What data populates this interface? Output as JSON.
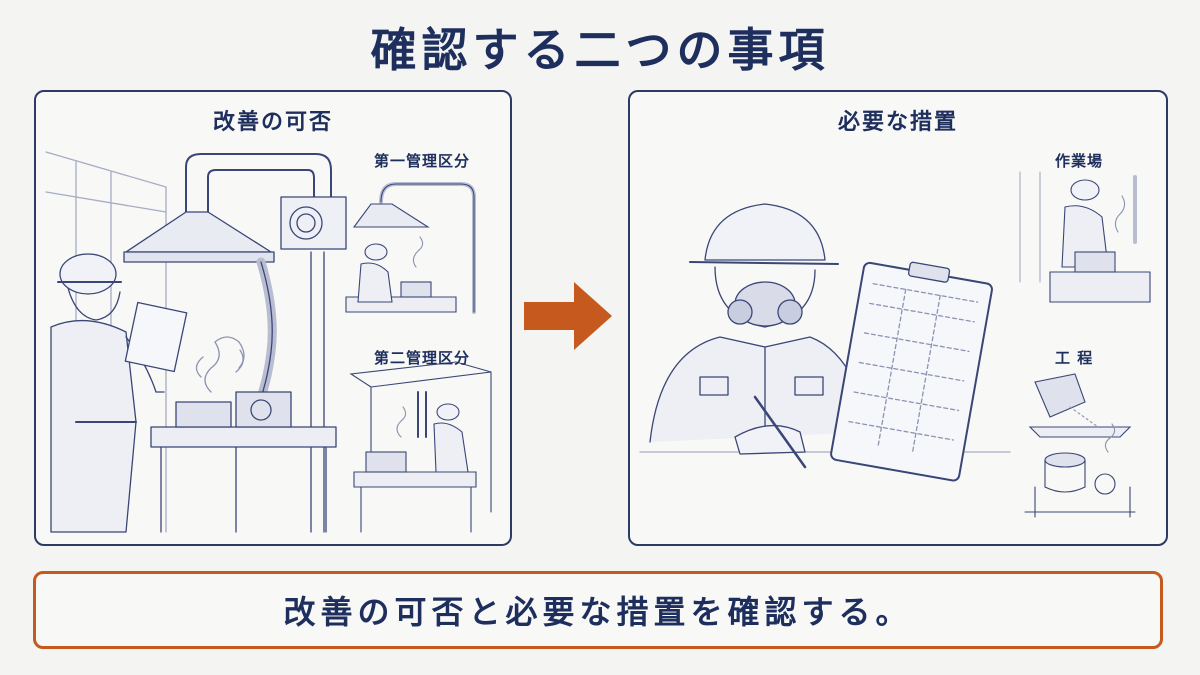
{
  "title": "確認する二つの事項",
  "left_panel": {
    "title": "改善の可否",
    "sub_labels": [
      "第一管理区分",
      "第二管理区分"
    ]
  },
  "right_panel": {
    "title": "必要な措置",
    "sub_labels": [
      "作業場",
      "工 程"
    ]
  },
  "summary": "改善の可否と必要な措置を確認する。",
  "colors": {
    "navy": "#1e2f5e",
    "accent": "#c65a1e",
    "background": "#f4f4f2"
  },
  "icons": [
    "arrow-right-icon"
  ]
}
